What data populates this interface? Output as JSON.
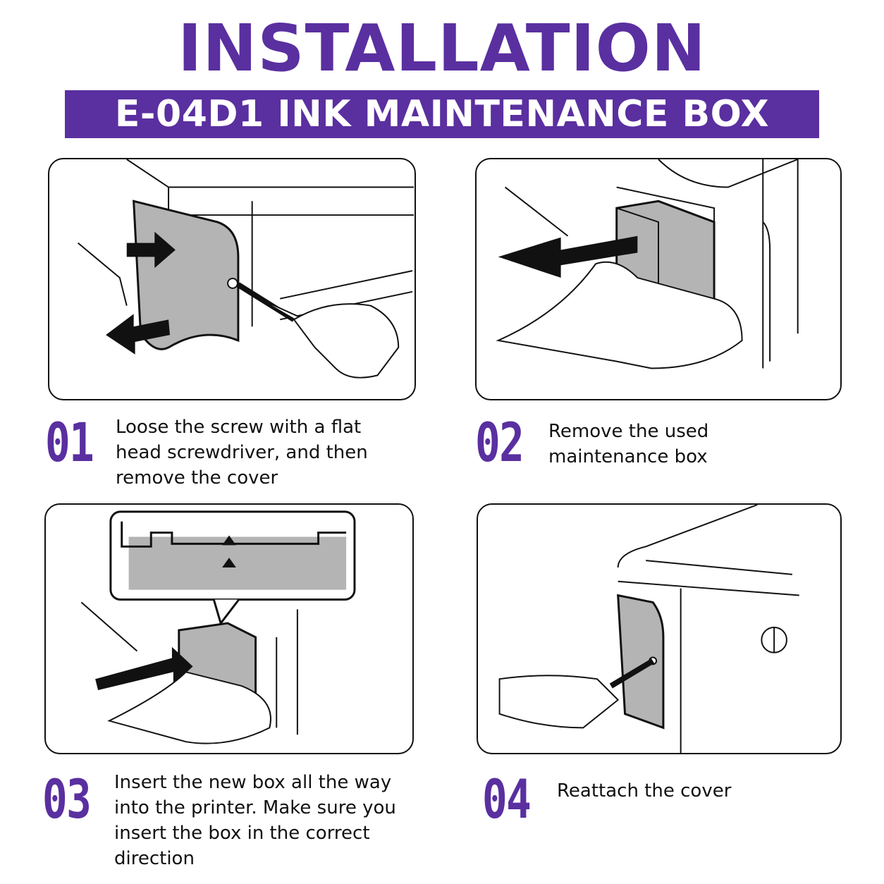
{
  "header": {
    "title": "INSTALLATION",
    "subtitle": "E-04D1 INK MAINTENANCE BOX"
  },
  "steps": [
    {
      "number": "01",
      "text": "Loose the screw with a flat head screwdriver, and then remove the cover",
      "illustration": "unscrew-cover-illustration"
    },
    {
      "number": "02",
      "text": "Remove the used maintenance box",
      "illustration": "remove-box-illustration"
    },
    {
      "number": "03",
      "text": "Insert the new box all the way into the printer. Make sure you insert the box in the correct direction",
      "illustration": "insert-box-illustration"
    },
    {
      "number": "04",
      "text": "Reattach the cover",
      "illustration": "reattach-cover-illustration"
    }
  ],
  "colors": {
    "accent": "#5a2fa0",
    "panel_border": "#111111",
    "part_gray": "#b4b4b4"
  }
}
